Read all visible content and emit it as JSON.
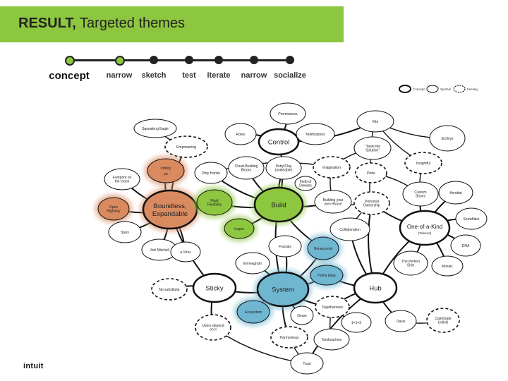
{
  "banner": {
    "title_bold": "RESULT,",
    "title_rest": " Targeted themes"
  },
  "steps": [
    {
      "label": "concept",
      "active": true,
      "current": true
    },
    {
      "label": "narrow",
      "active": true,
      "current": false
    },
    {
      "label": "sketch",
      "active": false,
      "current": false
    },
    {
      "label": "test",
      "active": false,
      "current": false
    },
    {
      "label": "iterate",
      "active": false,
      "current": false
    },
    {
      "label": "narrow",
      "active": false,
      "current": false
    },
    {
      "label": "socialize",
      "active": false,
      "current": false
    }
  ],
  "legend": {
    "concept": "Concept",
    "symbol": "Symbol",
    "feeling": "Feeling"
  },
  "brand": "intuit",
  "colors": {
    "green": "#8dc63f",
    "orange": "#d98a5f",
    "blue": "#6fb6d0"
  },
  "nodes": {
    "squeaking_eagle": "Squeaking Eagle",
    "empowering": "Empowering",
    "roles": "Roles",
    "control": "Control",
    "permissions": "Permissions",
    "notifications": "Notifications",
    "kite": "Kite",
    "third_eye": "3rd Eye",
    "insightful": "Insightful",
    "taste_solution": "\"Taste the Solution\"",
    "imagination": "Imagination",
    "pride": "Pride",
    "infinity": "Infinity",
    "infinity_sym": "∞",
    "footprint": "Footprint on the moon",
    "dirty_hands": "Dirty Hands",
    "cloud_blocks": "Cloud-Building Blocks",
    "putty": "Putty/Clay (malleable)",
    "field_dreams": "Field of Dreams",
    "custom_shoes": "Custom Shoes",
    "acrobat": "Acrobat",
    "open_highway": "Open Highway",
    "boundless": "Boundless, Expandable",
    "rigid_flex": "Rigid Flexibility",
    "build": "Build",
    "building_house": "Building your own House",
    "personal_own": "Personal Ownership",
    "snowflake": "Snowflake",
    "stars": "Stars",
    "legos": "Legos",
    "collaboration": "Collaboration",
    "one_of_kind": "One-of-a-Kind",
    "tailored": "(Tailored)",
    "dna": "DNA",
    "joni": "Joni Mitchell",
    "a_virus": "a Virus",
    "fractals": "Fractals",
    "honeycomb": "Honeycomb",
    "perfect_shirt": "The Perfect Shirt",
    "mosaic": "Mosaic",
    "enneagram": "Enneagram",
    "home_base": "Home base",
    "no_substitute": "No substitute",
    "sticky": "Sticky",
    "system": "System",
    "hub": "Hub",
    "ecosystem": "Ecosystem",
    "gears": "Gears",
    "togetherness": "Togetherness",
    "one_one_three": "1+1=3",
    "oasis": "Oasis",
    "calm_safe": "Calm/Safe (relief)",
    "users_depend": "Users depend on it",
    "harmonious": "Harmonious",
    "tambourines": "Tambourines",
    "trust": "Trust"
  }
}
